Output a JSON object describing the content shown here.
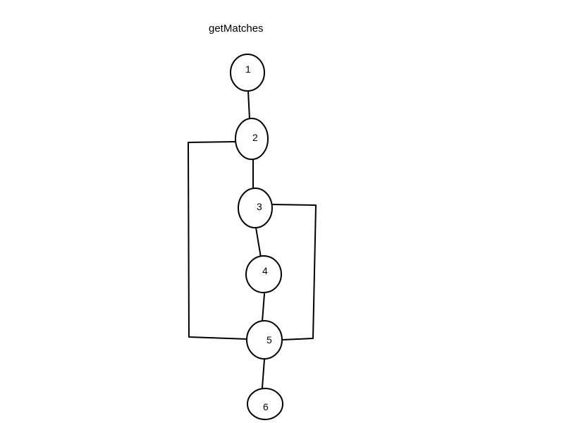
{
  "diagram": {
    "title": "getMatches",
    "nodes": [
      {
        "id": "n1",
        "label": "1"
      },
      {
        "id": "n2",
        "label": "2"
      },
      {
        "id": "n3",
        "label": "3"
      },
      {
        "id": "n4",
        "label": "4"
      },
      {
        "id": "n5",
        "label": "5"
      },
      {
        "id": "n6",
        "label": "6"
      }
    ],
    "edges": [
      {
        "from": "n1",
        "to": "n2"
      },
      {
        "from": "n2",
        "to": "n3"
      },
      {
        "from": "n3",
        "to": "n4"
      },
      {
        "from": "n4",
        "to": "n5"
      },
      {
        "from": "n5",
        "to": "n6"
      },
      {
        "from": "n2",
        "to": "n5"
      },
      {
        "from": "n3",
        "to": "n5"
      }
    ]
  }
}
